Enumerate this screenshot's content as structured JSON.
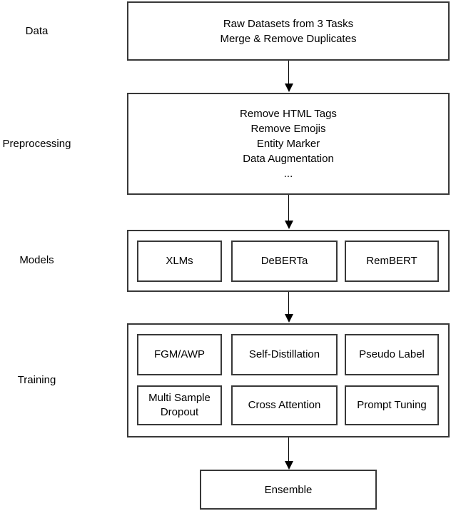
{
  "stages": {
    "data": "Data",
    "preprocessing": "Preprocessing",
    "models": "Models",
    "training": "Training"
  },
  "data_box": {
    "lines": [
      "Raw Datasets from 3 Tasks",
      "Merge & Remove Duplicates"
    ]
  },
  "preprocessing_box": {
    "lines": [
      "Remove HTML Tags",
      "Remove Emojis",
      "Entity Marker",
      "Data Augmentation",
      "..."
    ]
  },
  "models_box": {
    "items": [
      "XLMs",
      "DeBERTa",
      "RemBERT"
    ]
  },
  "training_box": {
    "items": [
      "FGM/AWP",
      "Self-Distillation",
      "Pseudo Label",
      "Multi Sample Dropout",
      "Cross Attention",
      "Prompt Tuning"
    ]
  },
  "ensemble_box": {
    "label": "Ensemble"
  },
  "colors": {
    "box_border": "#383838",
    "arrow": "#000000",
    "text": "#000000",
    "background": "#ffffff"
  }
}
